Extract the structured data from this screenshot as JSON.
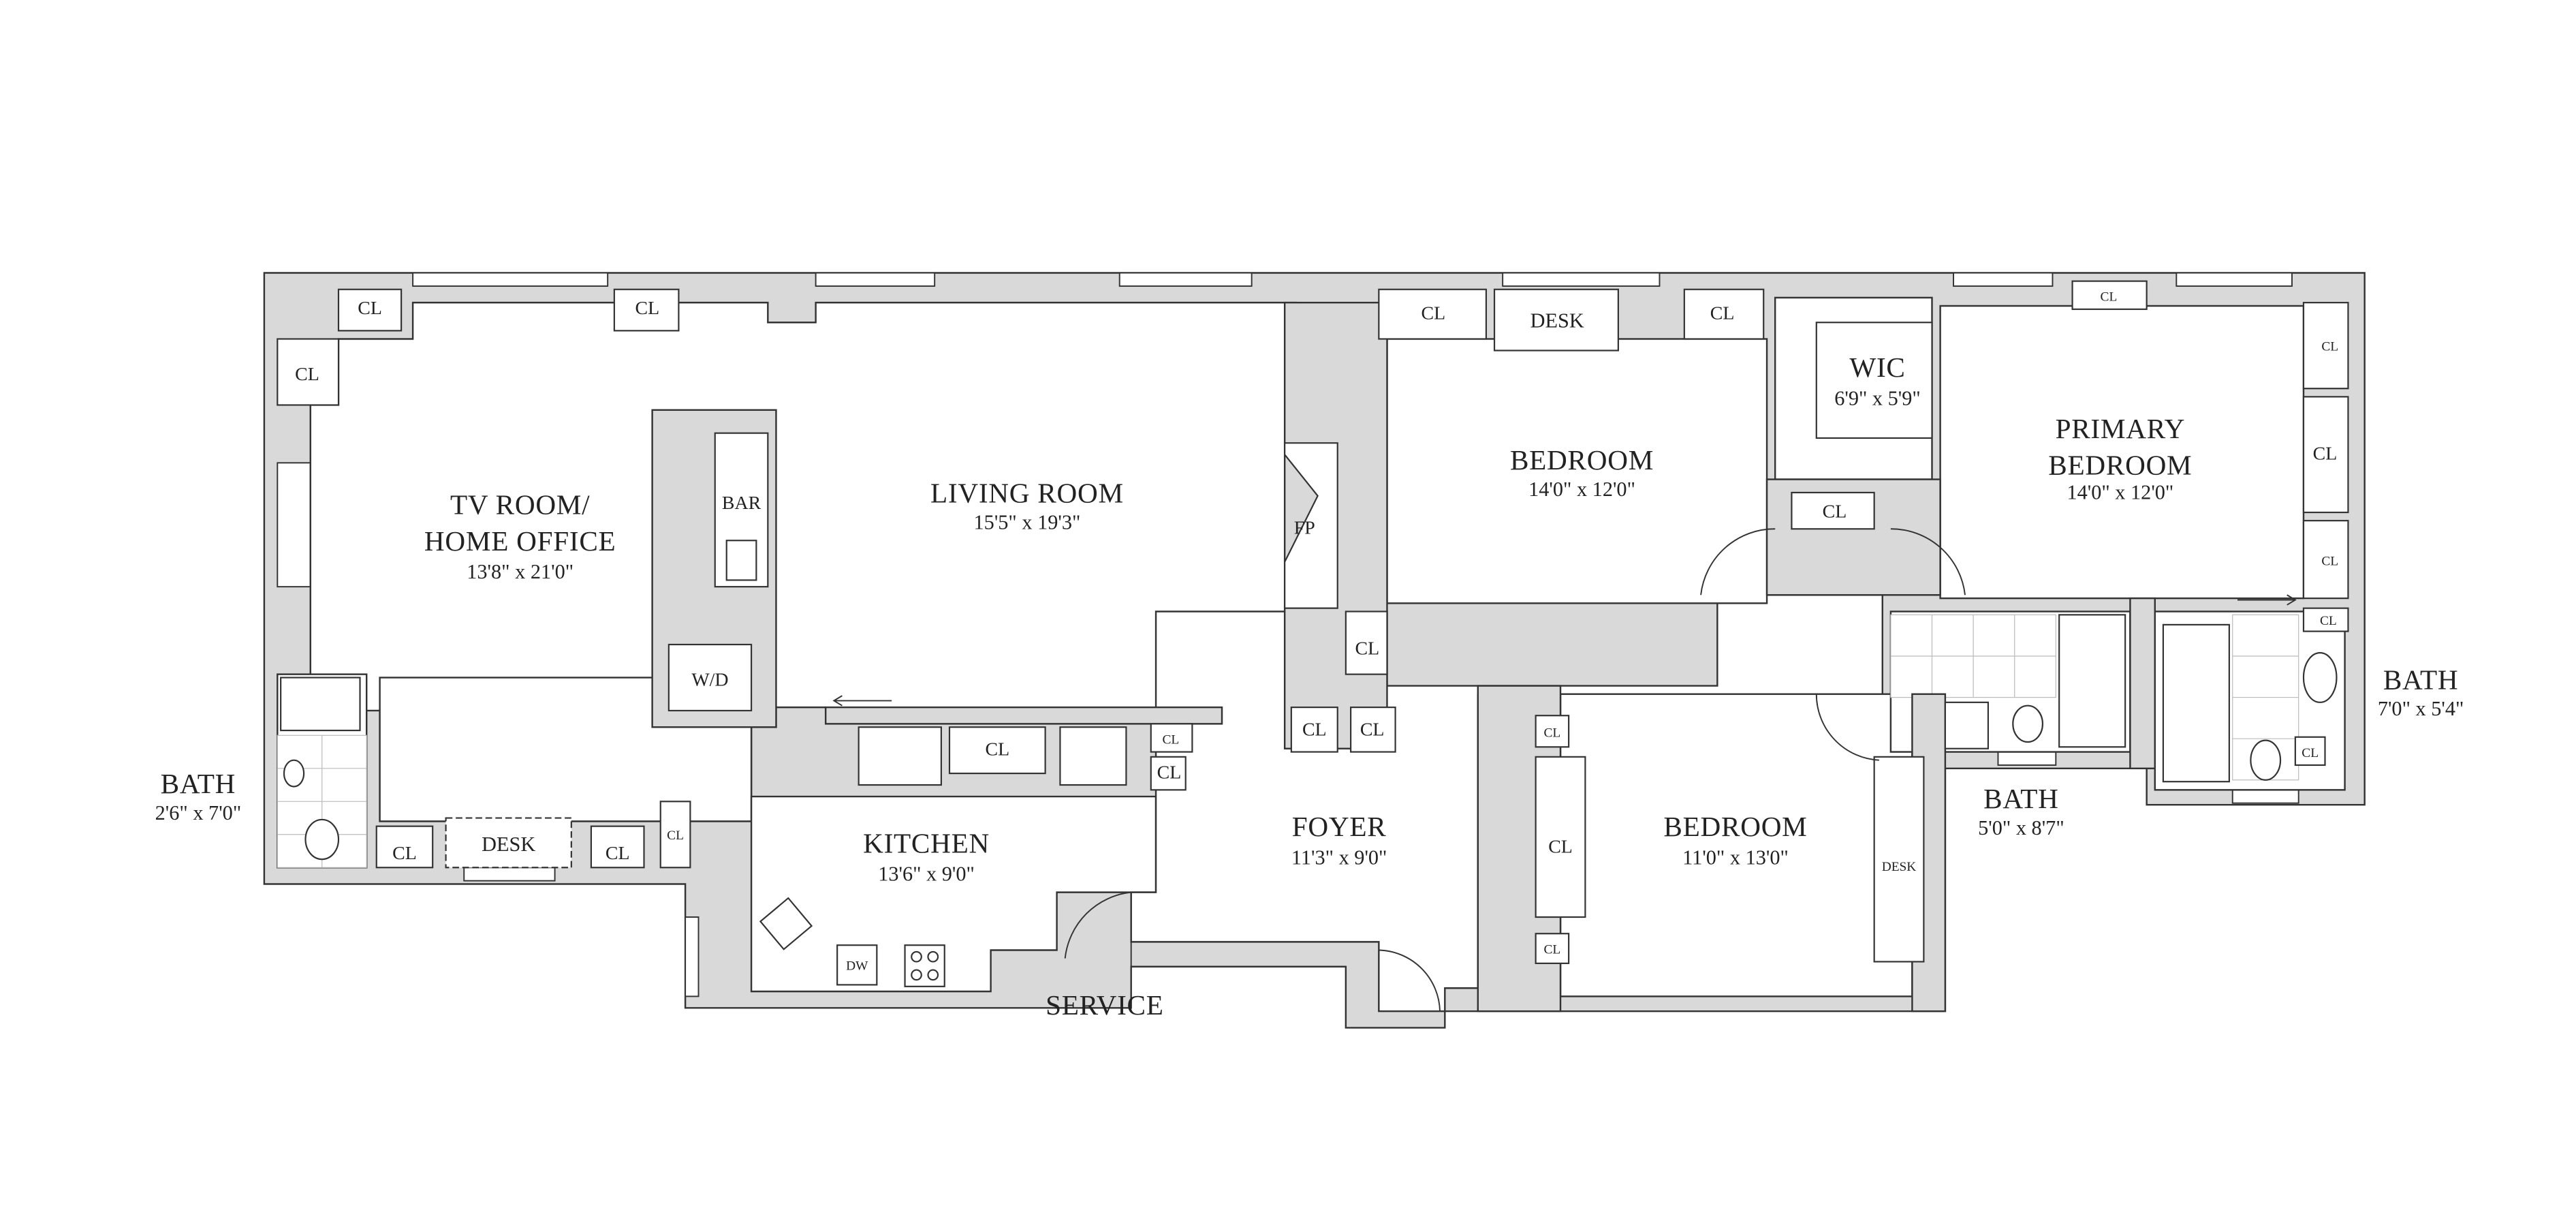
{
  "rooms": {
    "tv_room": {
      "name_line1": "TV ROOM/",
      "name_line2": "HOME OFFICE",
      "dims": "13'8\" x 21'0\""
    },
    "living_room": {
      "name": "LIVING ROOM",
      "dims": "15'5\" x 19'3\""
    },
    "kitchen": {
      "name": "KITCHEN",
      "dims": "13'6\" x 9'0\""
    },
    "foyer": {
      "name": "FOYER",
      "dims": "11'3\" x 9'0\""
    },
    "bedroom_1": {
      "name": "BEDROOM",
      "dims": "14'0\" x 12'0\""
    },
    "wic": {
      "name": "WIC",
      "dims": "6'9\" x 5'9\""
    },
    "primary_bedroom": {
      "name_line1": "PRIMARY",
      "name_line2": "BEDROOM",
      "dims": "14'0\" x 12'0\""
    },
    "bedroom_2": {
      "name": "BEDROOM",
      "dims": "11'0\" x 13'0\""
    },
    "bath_left": {
      "name": "BATH",
      "dims": "2'6\" x 7'0\""
    },
    "bath_middle": {
      "name": "BATH",
      "dims": "5'0\" x 8'7\""
    },
    "bath_right": {
      "name": "BATH",
      "dims": "7'0\" x 5'4\""
    },
    "service": {
      "name": "SERVICE"
    }
  },
  "closet_label": "CL",
  "fixtures": {
    "bar": "BAR",
    "washer_dryer": "W/D",
    "fireplace": "FP",
    "desk_bedroom": "DESK",
    "desk_tv_room": "DESK",
    "desk_bedroom_2": "DESK",
    "dishwasher": "DW"
  },
  "colors": {
    "wall": "#d9d9d9",
    "line": "#333333",
    "floor": "#ffffff"
  }
}
